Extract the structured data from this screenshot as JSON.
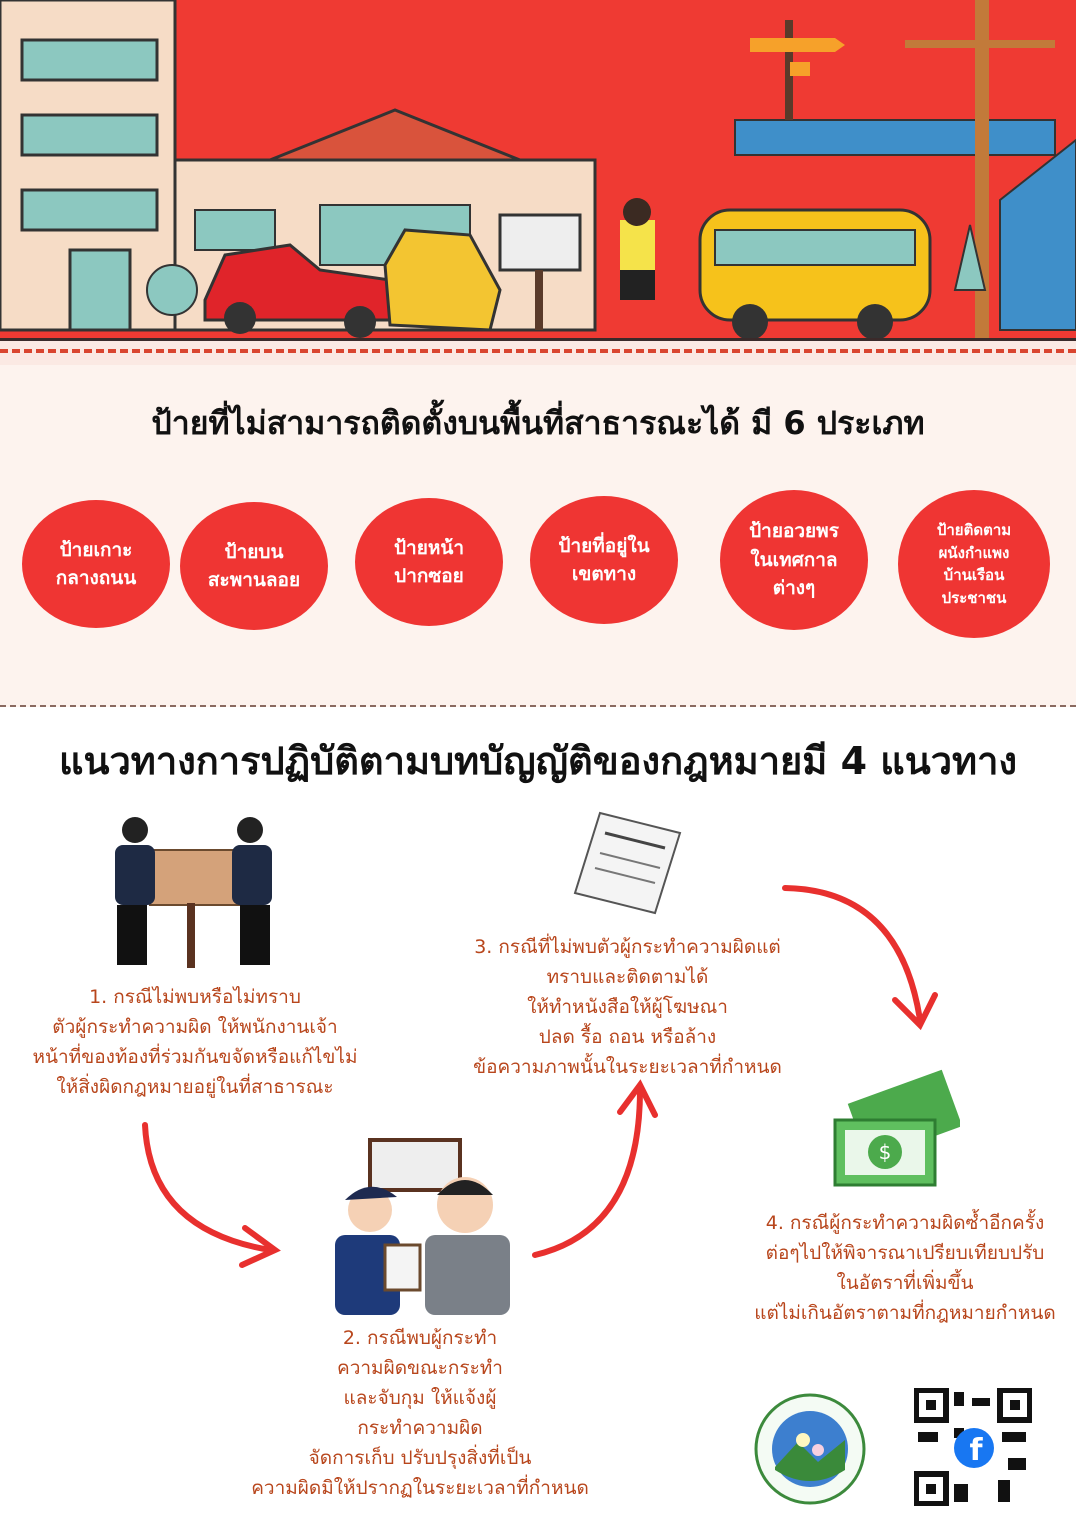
{
  "section1": {
    "title": "ป้ายที่ไม่สามารถติดตั้งบนพื้นที่สาธารณะได้ มี 6 ประเภท",
    "categories": [
      "ป้ายเกาะ\nกลางถนน",
      "ป้ายบน\nสะพานลอย",
      "ป้ายหน้า\nปากซอย",
      "ป้ายที่อยู่ใน\nเขตทาง",
      "ป้ายอวยพร\nในเทศกาล\nต่างๆ",
      "ป้ายติดตาม\nผนังกำแพง\nบ้านเรือน\nประชาชน"
    ]
  },
  "section2": {
    "title": "แนวทางการปฏิบัติตามบทบัญญัติของกฎหมายมี 4 แนวทาง",
    "steps": [
      "1. กรณีไม่พบหรือไม่ทราบ\nตัวผู้กระทำความผิด ให้พนักงานเจ้า\nหน้าที่ของท้องที่ร่วมกันขจัดหรือแก้ไขไม่\nให้สิ่งผิดกฎหมายอยู่ในที่สาธารณะ",
      "2. กรณีพบผู้กระทำ\nความผิดขณะกระทำ\nและจับกุม ให้แจ้งผู้\nกระทำความผิด\nจัดการเก็บ ปรับปรุงสิ่งที่เป็น\nความผิดมิให้ปรากฏในระยะเวลาที่กำหนด",
      "3. กรณีที่ไม่พบตัวผู้กระทำความผิดแต่\nทราบและติดตามได้\nให้ทำหนังสือให้ผู้โฆษณา\nปลด รื้อ ถอน หรือล้าง\nข้อความภาพนั้นในระยะเวลาที่กำหนด",
      "4. กรณีผู้กระทำความผิดซ้ำอีกครั้ง\nต่อๆไปให้พิจารณาเปรียบเทียบปรับ\nในอัตราที่เพิ่มขึ้น\nแต่ไม่เกินอัตราตามที่กฎหมายกำหนด"
    ]
  },
  "colors": {
    "banner": "#ef3a33",
    "circle": "#ef3533",
    "step_text": "#b8461c"
  }
}
